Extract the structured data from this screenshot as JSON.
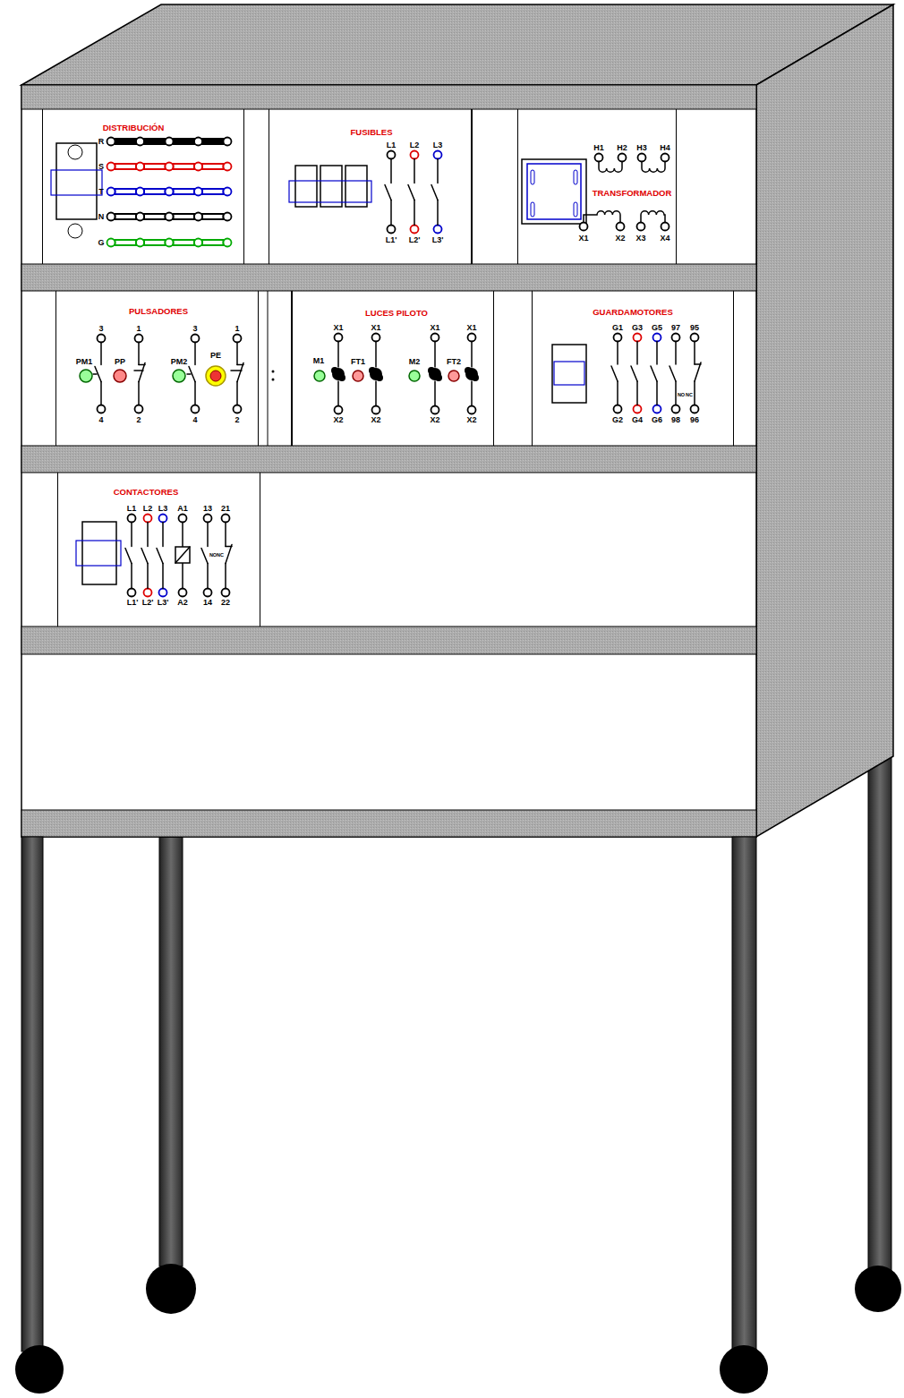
{
  "diagram": {
    "nodes": [
      {
        "text": [
          "DISTRIBUCIÓN"
        ]
      },
      {
        "text": [
          "FUSIBLES"
        ]
      },
      {
        "text": [
          "TRANSFORMADOR"
        ]
      },
      {
        "text": [
          "PULSADORES"
        ]
      },
      {
        "text": [
          "LUCES PILOTO"
        ]
      },
      {
        "text": [
          "GUARDAMOTORES"
        ]
      },
      {
        "text": [
          "CONTACTORES"
        ]
      }
    ],
    "labels": [
      "R",
      "S",
      "T",
      "N",
      "G",
      "L1",
      "L2",
      "L3",
      "L1'",
      "L2'",
      "L3'",
      "H1",
      "H2",
      "H3",
      "H4",
      "X1",
      "X2",
      "X3",
      "X4",
      "3",
      "1",
      "PM1",
      "PP",
      "4",
      "2",
      "3",
      "1",
      "PM2",
      "PE",
      "4",
      "2",
      "X1",
      "X1",
      "X1",
      "X1",
      "M1",
      "FT1",
      "M2",
      "FT2",
      "X2",
      "X2",
      "X2",
      "X2",
      "G1",
      "G3",
      "G5",
      "97",
      "95",
      "NO",
      "NC",
      "G2",
      "G4",
      "G6",
      "98",
      "96",
      "L1",
      "L2",
      "L3",
      "A1",
      "13",
      "21",
      "NO",
      "NC",
      "L1'",
      "L2'",
      "L3'",
      "A2",
      "14",
      "22"
    ]
  }
}
